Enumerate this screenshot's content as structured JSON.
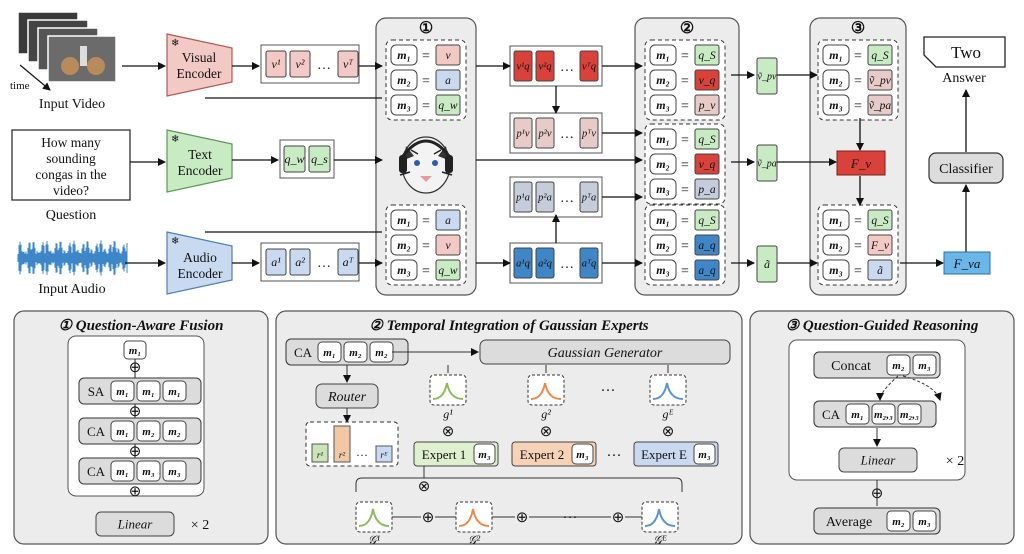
{
  "inputs": {
    "video_label": "Input Video",
    "time_label": "time",
    "question_text": [
      "How many",
      "sounding",
      "congas in the",
      "video?"
    ],
    "question_label": "Question",
    "audio_label": "Input Audio"
  },
  "encoders": {
    "visual": [
      "Visual",
      "Encoder"
    ],
    "text": [
      "Text",
      "Encoder"
    ],
    "audio": [
      "Audio",
      "Encoder"
    ],
    "frozen_glyph": "❄"
  },
  "tokens": {
    "visual": [
      "v¹",
      "v²",
      "…",
      "vᵀ"
    ],
    "text": [
      "q_w",
      "q_s"
    ],
    "audio": [
      "a¹",
      "a²",
      "…",
      "aᵀ"
    ],
    "vq": [
      "v¹q",
      "v²q",
      "…",
      "vᵀq"
    ],
    "pv": [
      "p¹v",
      "p²v",
      "…",
      "pᵀv"
    ],
    "pa": [
      "p¹a",
      "p²a",
      "…",
      "pᵀa"
    ],
    "aq": [
      "a¹q",
      "a²q",
      "…",
      "aᵀq"
    ]
  },
  "panels": {
    "n1": "①",
    "n2": "②",
    "n3": "③"
  },
  "eq_symbol": "=",
  "stage1": {
    "top": [
      [
        "m₁",
        "v"
      ],
      [
        "m₂",
        "a"
      ],
      [
        "m₃",
        "q_w"
      ]
    ],
    "bottom": [
      [
        "m₁",
        "a"
      ],
      [
        "m₂",
        "v"
      ],
      [
        "m₃",
        "q_w"
      ]
    ]
  },
  "stage2": {
    "g1": [
      [
        "m₁",
        "q_S"
      ],
      [
        "m₂",
        "v_q"
      ],
      [
        "m₃",
        "p_v"
      ]
    ],
    "g2": [
      [
        "m₁",
        "q_S"
      ],
      [
        "m₂",
        "v_q"
      ],
      [
        "m₃",
        "p_a"
      ]
    ],
    "g3": [
      [
        "m₁",
        "q_S"
      ],
      [
        "m₂",
        "a_q"
      ],
      [
        "m₃",
        "a_q"
      ]
    ]
  },
  "mid_outputs": {
    "vpv": "ṽ_pv",
    "vpa": "ṽ_pa",
    "at": "ã"
  },
  "stage3": {
    "top": [
      [
        "m₁",
        "q_S"
      ],
      [
        "m₂",
        "ṽ_pv"
      ],
      [
        "m₃",
        "ṽ_pa"
      ]
    ],
    "fv": "F_v",
    "bottom": [
      [
        "m₁",
        "q_S"
      ],
      [
        "m₂",
        "F_v"
      ],
      [
        "m₃",
        "ã"
      ]
    ],
    "fva": "F_va"
  },
  "output": {
    "answer": "Two",
    "answer_label": "Answer",
    "classifier": "Classifier"
  },
  "colors": {
    "visual": "#f2c9c5",
    "visual_dark": "#d9413b",
    "audio": "#c9daf0",
    "audio_dark": "#3f86c6",
    "text": "#c8ebc4",
    "panel": "#ececec",
    "pv": "#e6cbc8",
    "pa": "#c6ccd9",
    "green": "#8bbb5e",
    "orange": "#e8894e",
    "blue": "#5d93cc"
  },
  "bottom1": {
    "title": "① Question-Aware Fusion",
    "m1": "m₁",
    "plus": "⊕",
    "rows": [
      [
        "SA",
        "m₁",
        "m₁",
        "m₁"
      ],
      [
        "CA",
        "m₁",
        "m₂",
        "m₂"
      ],
      [
        "CA",
        "m₁",
        "m₃",
        "m₃"
      ]
    ],
    "linear": "Linear",
    "times2": "× 2"
  },
  "bottom2": {
    "title": "② Temporal Integration of Gaussian Experts",
    "ca_row": [
      "CA",
      "m₁",
      "m₂",
      "m₂"
    ],
    "gauss_gen": "Gaussian Generator",
    "router": "Router",
    "r": [
      "r¹",
      "r²",
      "…",
      "rᴱ"
    ],
    "g": [
      "g¹",
      "g²",
      "gᴱ"
    ],
    "dots": "···",
    "experts": [
      "Expert 1",
      "Expert 2",
      "Expert E"
    ],
    "m3": "m₃",
    "otimes": "⊗",
    "G": [
      "𝒢¹",
      "𝒢²",
      "𝒢ᴱ"
    ]
  },
  "bottom3": {
    "title": "③ Question-Guided Reasoning",
    "concat": "Concat",
    "m2": "m₂",
    "m3": "m₃",
    "ca_row": [
      "CA",
      "m₁",
      "m₂,₃",
      "m₂,₃"
    ],
    "linear": "Linear",
    "times2": "× 2",
    "average": "Average"
  }
}
